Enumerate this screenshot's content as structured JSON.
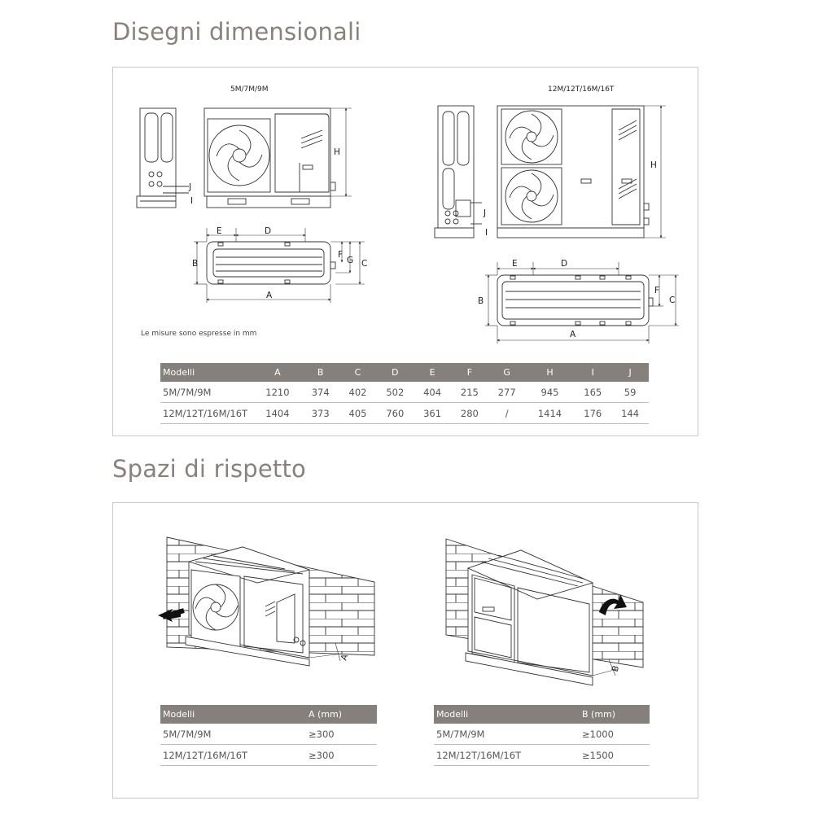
{
  "section1": {
    "title": "Disegni dimensionali",
    "left_drawing_label": "5M/7M/9M",
    "right_drawing_label": "12M/12T/16M/16T",
    "note": "Le misure sono espresse in mm",
    "dimension_letters": [
      "A",
      "B",
      "C",
      "D",
      "E",
      "F",
      "G",
      "H",
      "I",
      "J"
    ],
    "table": {
      "headers": [
        "Modelli",
        "A",
        "B",
        "C",
        "D",
        "E",
        "F",
        "G",
        "H",
        "I",
        "J"
      ],
      "rows": [
        [
          "5M/7M/9M",
          "1210",
          "374",
          "402",
          "502",
          "404",
          "215",
          "277",
          "945",
          "165",
          "59"
        ],
        [
          "12M/12T/16M/16T",
          "1404",
          "373",
          "405",
          "760",
          "361",
          "280",
          "/",
          "1414",
          "176",
          "144"
        ]
      ]
    }
  },
  "section2": {
    "title": "Spazi di rispetto",
    "left_label": "A",
    "right_label": "B",
    "table_a": {
      "headers": [
        "Modelli",
        "A (mm)"
      ],
      "rows": [
        [
          "5M/7M/9M",
          "≥300"
        ],
        [
          "12M/12T/16M/16T",
          "≥300"
        ]
      ]
    },
    "table_b": {
      "headers": [
        "Modelli",
        "B (mm)"
      ],
      "rows": [
        [
          "5M/7M/9M",
          "≥1000"
        ],
        [
          "12M/12T/16M/16T",
          "≥1500"
        ]
      ]
    }
  }
}
